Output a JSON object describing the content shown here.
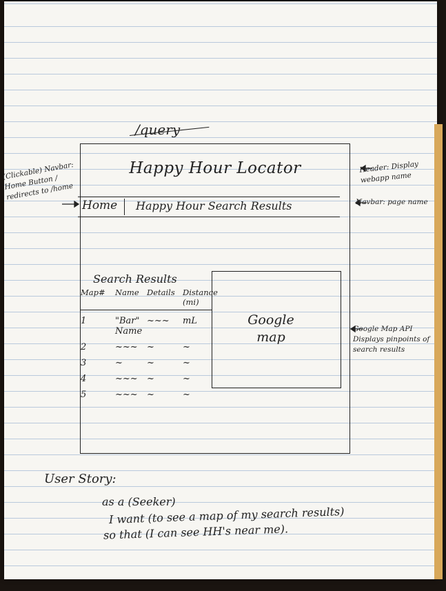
{
  "route": "/query",
  "app": {
    "header_title": "Happy Hour Locator",
    "nav_home": "Home",
    "nav_page": "Happy Hour Search Results"
  },
  "results": {
    "title": "Search Results",
    "columns": [
      "Map#",
      "Name",
      "Details",
      "Distance (mi)"
    ],
    "rows": [
      {
        "num": "1",
        "name": "\"Bar\" Name",
        "details": "~~~",
        "distance": "mL"
      },
      {
        "num": "2",
        "name": "~~~",
        "details": "~",
        "distance": "~"
      },
      {
        "num": "3",
        "name": "~",
        "details": "~",
        "distance": "~"
      },
      {
        "num": "4",
        "name": "~~~",
        "details": "~",
        "distance": "~"
      },
      {
        "num": "5",
        "name": "~~~",
        "details": "~",
        "distance": "~"
      }
    ]
  },
  "map": {
    "label": "Google map"
  },
  "annotations": {
    "navbar_left": "(Clickable) Navbar: Home Button / redirects to /home",
    "header": "Header: Display webapp name",
    "navbar_right": "Navbar: page name",
    "map": "Google Map API Displays pinpoints of search results"
  },
  "user_story": {
    "label": "User Story:",
    "line1": "as a (Seeker)",
    "line2": "I want (to see a map of my search results)",
    "line3": "so that (I can see HH's near me)."
  }
}
